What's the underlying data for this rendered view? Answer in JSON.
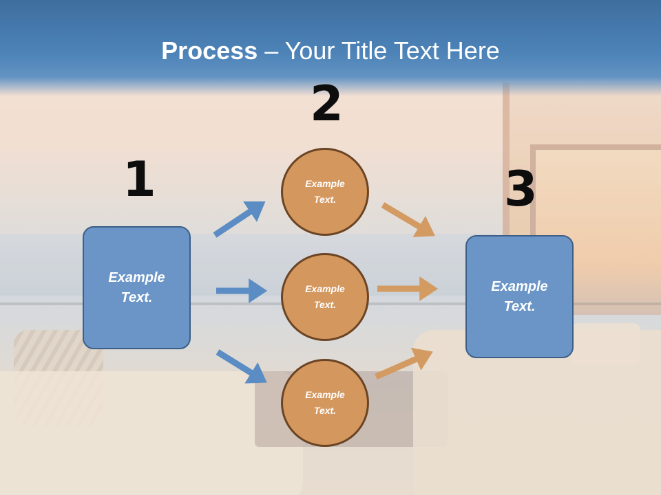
{
  "title": {
    "bold": "Process",
    "rest": " – Your Title Text Here"
  },
  "steps": {
    "one": "1",
    "two": "2",
    "three": "3"
  },
  "boxes": {
    "left": {
      "line1": "Example",
      "line2": "Text."
    },
    "right": {
      "line1": "Example",
      "line2": "Text."
    }
  },
  "circles": [
    {
      "line1": "Example",
      "line2": "Text."
    },
    {
      "line1": "Example",
      "line2": "Text."
    },
    {
      "line1": "Example",
      "line2": "Text."
    }
  ],
  "colors": {
    "box_fill": "#6a95c6",
    "circle_fill": "#d4975e",
    "arrow_blue": "#5b8cc4",
    "arrow_orange": "#d39a62",
    "title_band": "#4d83b8"
  }
}
